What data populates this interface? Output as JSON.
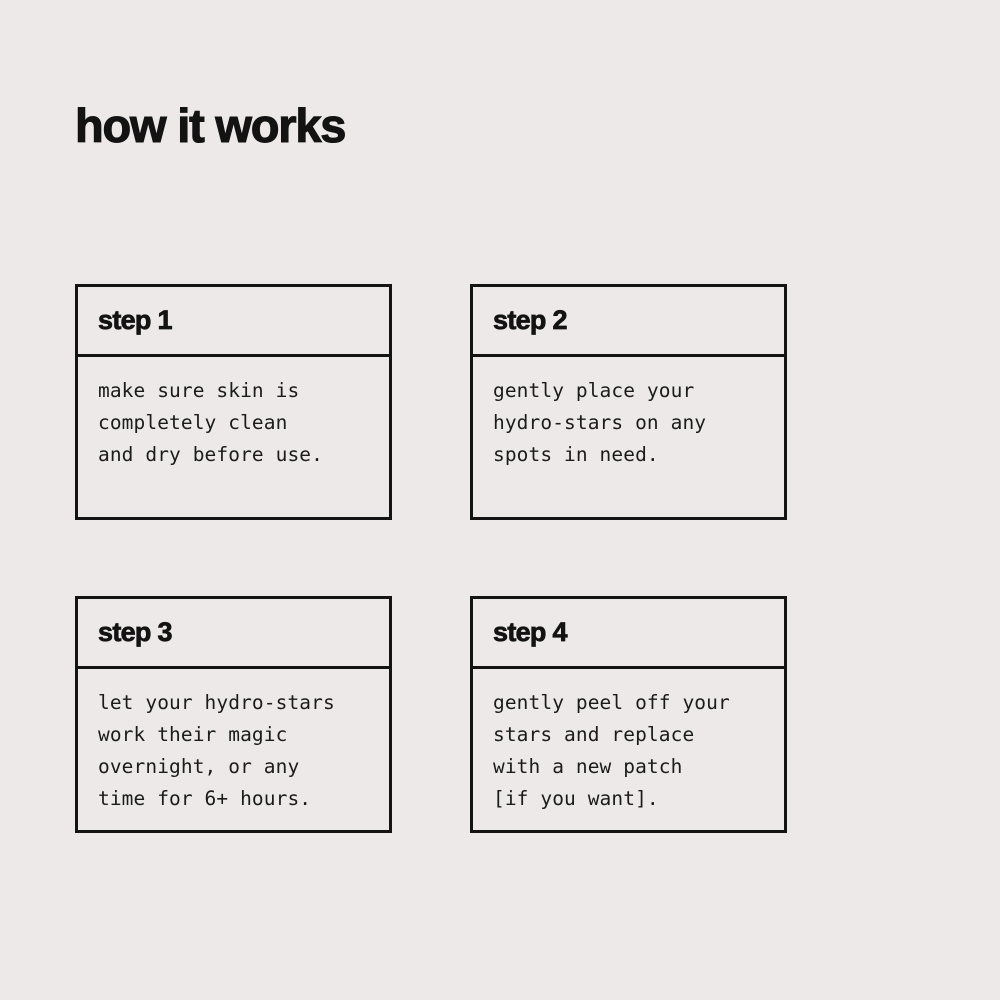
{
  "page": {
    "background_color": "#ede9e9",
    "ink_color": "#141414",
    "title": "how it works"
  },
  "steps": [
    {
      "id": "step-1",
      "title": "step 1",
      "text": "make sure skin is\ncompletely clean\nand dry before use.",
      "lines": [
        "make sure skin is",
        "completely clean",
        "and dry before use."
      ]
    },
    {
      "id": "step-2",
      "title": "step 2",
      "text": "gently place your\nhydro-stars on any\nspots in need.",
      "lines": [
        "gently place your",
        "hydro-stars on any",
        "spots in need."
      ]
    },
    {
      "id": "step-3",
      "title": "step 3",
      "text": "let your hydro-stars\nwork their magic\novernight, or any\ntime for 6+ hours.",
      "lines": [
        "let your hydro-stars",
        "work their magic",
        "overnight, or any",
        "time for 6+ hours."
      ]
    },
    {
      "id": "step-4",
      "title": "step 4",
      "text": "gently peel off your\nstars and replace\nwith a new patch\n[if you want].",
      "lines": [
        "gently peel off your",
        "stars and replace",
        "with a new patch",
        "[if you want]."
      ]
    }
  ]
}
